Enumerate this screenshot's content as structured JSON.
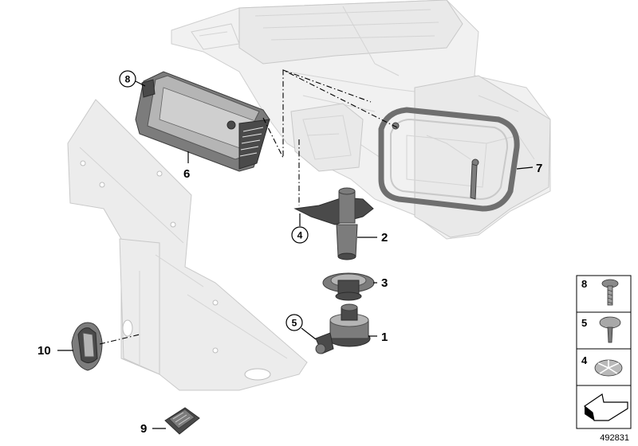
{
  "diagram": {
    "callouts": [
      {
        "id": "c1",
        "label": "1"
      },
      {
        "id": "c2",
        "label": "2"
      },
      {
        "id": "c3",
        "label": "3"
      },
      {
        "id": "c6",
        "label": "6"
      },
      {
        "id": "c7",
        "label": "7"
      },
      {
        "id": "c9",
        "label": "9"
      },
      {
        "id": "c10",
        "label": "10"
      }
    ],
    "circled_callouts": [
      {
        "id": "cc8",
        "label": "8"
      },
      {
        "id": "cc4",
        "label": "4"
      },
      {
        "id": "cc5",
        "label": "5"
      }
    ],
    "legend": [
      {
        "label": "8",
        "icon": "screw-icon"
      },
      {
        "label": "5",
        "icon": "expanding-rivet-icon"
      },
      {
        "label": "4",
        "icon": "spring-nut-icon"
      },
      {
        "label": "",
        "icon": "arrow-symbol-icon"
      }
    ],
    "diagram_id": "492831"
  }
}
